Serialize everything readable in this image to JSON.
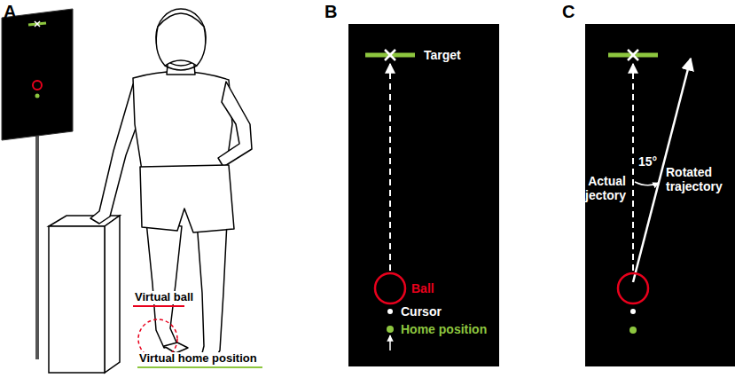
{
  "diagram": {
    "labels": [
      "A",
      "B",
      "C",
      "Virtual ball",
      "Virtual home position",
      "Target",
      "Ball",
      "Cursor",
      "Home position",
      "Actual trajectory",
      "15°",
      "Rotated trajectory"
    ]
  }
}
